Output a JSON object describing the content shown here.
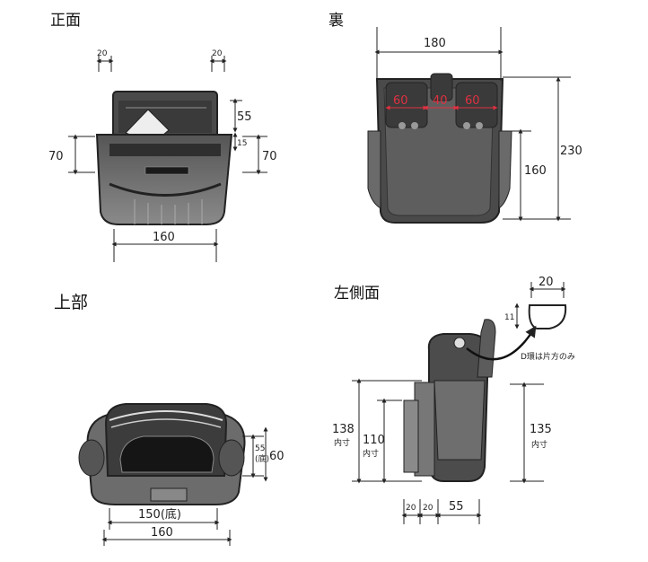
{
  "views": {
    "front": {
      "label": "正面",
      "dims": {
        "d1": "20",
        "d2": "20",
        "d3": "55",
        "d4": "15",
        "d5": "70",
        "d6": "70",
        "d7": "160"
      }
    },
    "back": {
      "label": "裏",
      "dims": {
        "width": "180",
        "p1": "60",
        "p2": "40",
        "p3": "60",
        "height_total": "230",
        "height_body": "160"
      }
    },
    "top": {
      "label": "上部",
      "dims": {
        "h1": "55",
        "h1_note": "(底)",
        "h2": "60",
        "w_bottom": "150(底)",
        "w_total": "160"
      }
    },
    "left": {
      "label": "左側面",
      "dims": {
        "ring_w": "20",
        "ring_h": "11",
        "ring_note": "D環は片方のみ",
        "h_outer": "138",
        "h_outer_note": "内寸",
        "h_inner": "110",
        "h_inner_note": "内寸",
        "h_right": "135",
        "h_right_note": "内寸",
        "w1": "20",
        "w2": "20",
        "w3": "55"
      }
    }
  }
}
